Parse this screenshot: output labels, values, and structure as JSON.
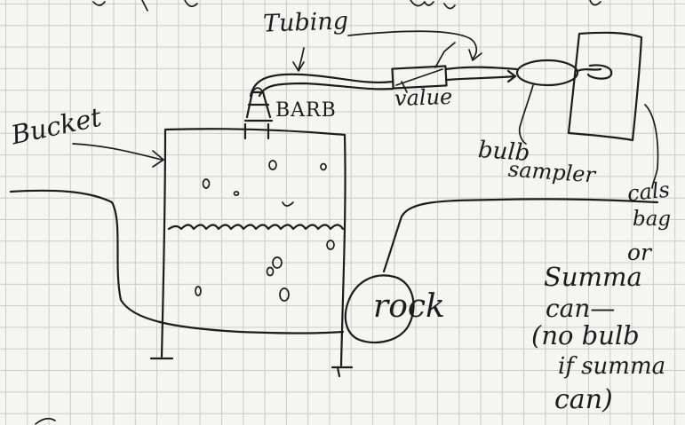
{
  "labels": {
    "tubing": "Tubing",
    "bucket": "Bucket",
    "barb": "BARB",
    "valve": "value",
    "bulb": "bulb",
    "sampler": "sampler",
    "cals": "cals",
    "bag": "bag",
    "or": "or",
    "summa": "Summa",
    "can": "can—",
    "no_bulb": "(no bulb",
    "if_summa": "if summa",
    "can_close": "can)",
    "rock": "rock"
  },
  "colors": {
    "ink": "#1c1c1e",
    "paper": "#f5f5f3",
    "grid": "#c9cbc9"
  }
}
